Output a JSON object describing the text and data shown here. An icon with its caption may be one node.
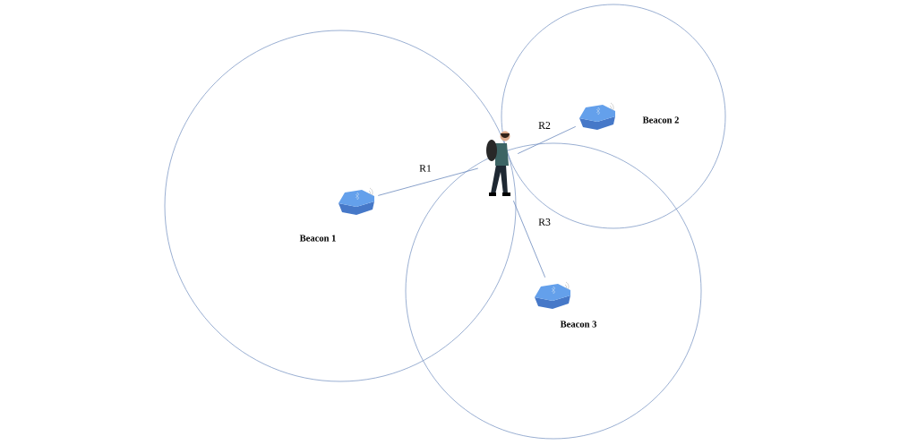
{
  "diagram": {
    "nodes": [
      {
        "text": [],
        "shape": "person"
      },
      {
        "text": [],
        "shape": "picture",
        "beside": [
          "Beacon 1"
        ]
      },
      {
        "text": [],
        "shape": "picture",
        "beside": [
          "Beacon 2"
        ]
      },
      {
        "text": [],
        "shape": "picture",
        "beside": [
          "Beacon 3"
        ]
      }
    ],
    "edges": [
      {
        "from": 1,
        "to": 0,
        "arrow": "none",
        "label": "R1"
      },
      {
        "from": 2,
        "to": 0,
        "arrow": "none",
        "label": "R2"
      },
      {
        "from": 3,
        "to": 0,
        "arrow": "none",
        "label": "R3"
      }
    ]
  }
}
